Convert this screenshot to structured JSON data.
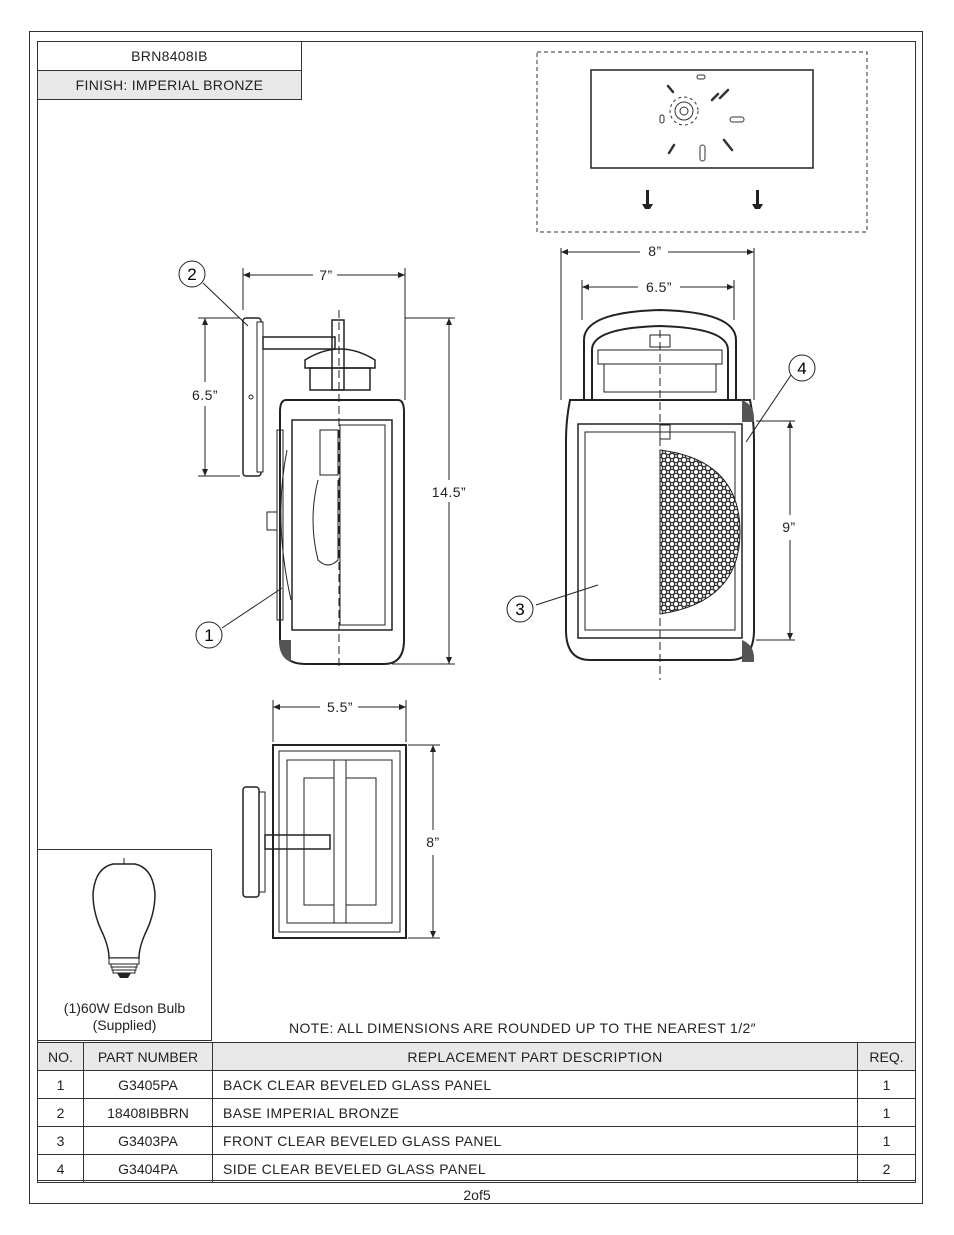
{
  "header": {
    "model": "BRN8408IB",
    "finish": "FINISH: IMPERIAL BRONZE"
  },
  "dimensions": {
    "side_width": "7”",
    "backplate_height": "6.5”",
    "overall_height": "14.5”",
    "front_width": "8”",
    "arm_width": "6.5”",
    "panel_height": "9”",
    "top_width": "5.5”",
    "top_depth": "8”"
  },
  "callouts": [
    "1",
    "2",
    "3",
    "4"
  ],
  "bulb": {
    "caption_line1": "(1)60W Edson Bulb",
    "caption_line2": "(Supplied)"
  },
  "note": "NOTE:  ALL DIMENSIONS ARE ROUNDED UP TO THE NEAREST  1/2″",
  "parts_table": {
    "headers": {
      "no": "NO.",
      "part_number": "PART NUMBER",
      "description": "REPLACEMENT PART DESCRIPTION",
      "req": "REQ."
    },
    "rows": [
      {
        "no": "1",
        "part_number": "G3405PA",
        "description": "BACK CLEAR BEVELED GLASS PANEL",
        "req": "1"
      },
      {
        "no": "2",
        "part_number": "18408IBBRN",
        "description": "BASE IMPERIAL BRONZE",
        "req": "1"
      },
      {
        "no": "3",
        "part_number": "G3403PA",
        "description": "FRONT CLEAR BEVELED GLASS PANEL",
        "req": "1"
      },
      {
        "no": "4",
        "part_number": "G3404PA",
        "description": "SIDE CLEAR BEVELED GLASS PANEL",
        "req": "2"
      }
    ]
  },
  "page_label": "2of5"
}
